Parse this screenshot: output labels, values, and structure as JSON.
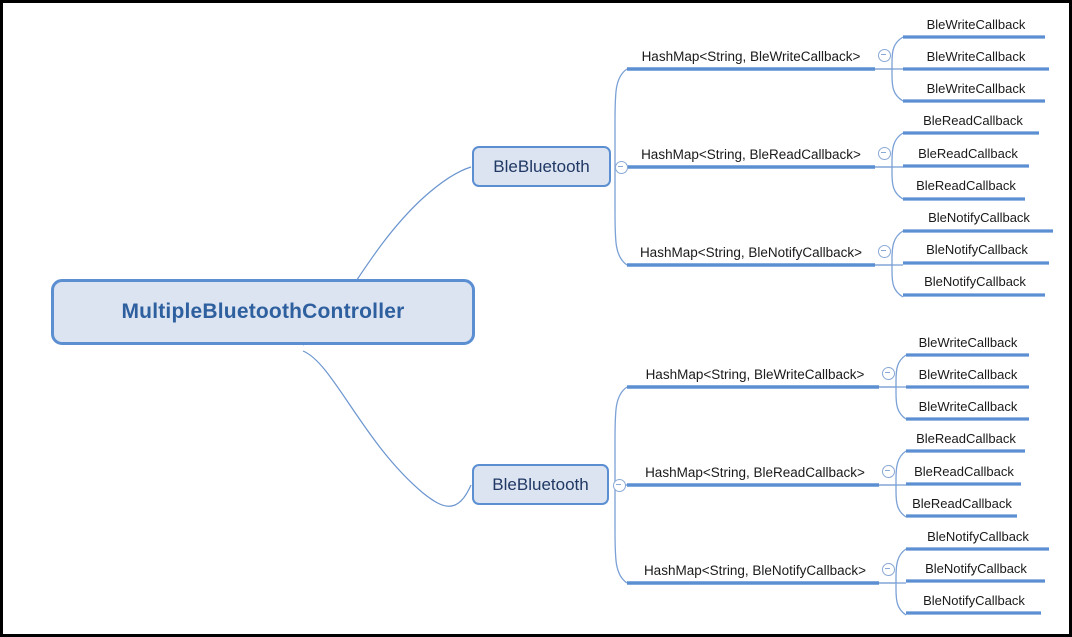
{
  "diagram": {
    "type": "mindmap",
    "title": "MultipleBluetoothController class structure mind map",
    "colors": {
      "node_fill": "#dce4f1",
      "node_border": "#5b8fd2",
      "branch_line": "#5b8fd2",
      "root_text": "#2e5f9e",
      "node_text": "#1f3864",
      "label_text": "#1a1a1a",
      "frame": "#000000",
      "background": "#ffffff"
    },
    "root": {
      "label": "MultipleBluetoothController"
    },
    "toggle_icon_name": "collapse-minus-icon",
    "branches": [
      {
        "label": "BleBluetooth",
        "groups": [
          {
            "label": "HashMap<String, BleWriteCallback>",
            "leaves": [
              "BleWriteCallback",
              "BleWriteCallback",
              "BleWriteCallback"
            ]
          },
          {
            "label": "HashMap<String, BleReadCallback>",
            "leaves": [
              "BleReadCallback",
              "BleReadCallback",
              "BleReadCallback"
            ]
          },
          {
            "label": "HashMap<String, BleNotifyCallback>",
            "leaves": [
              "BleNotifyCallback",
              "BleNotifyCallback",
              "BleNotifyCallback"
            ]
          }
        ]
      },
      {
        "label": "BleBluetooth",
        "groups": [
          {
            "label": "HashMap<String, BleWriteCallback>",
            "leaves": [
              "BleWriteCallback",
              "BleWriteCallback",
              "BleWriteCallback"
            ]
          },
          {
            "label": "HashMap<String, BleReadCallback>",
            "leaves": [
              "BleReadCallback",
              "BleReadCallback",
              "BleReadCallback"
            ]
          },
          {
            "label": "HashMap<String, BleNotifyCallback>",
            "leaves": [
              "BleNotifyCallback",
              "BleNotifyCallback",
              "BleNotifyCallback"
            ]
          }
        ]
      }
    ]
  }
}
